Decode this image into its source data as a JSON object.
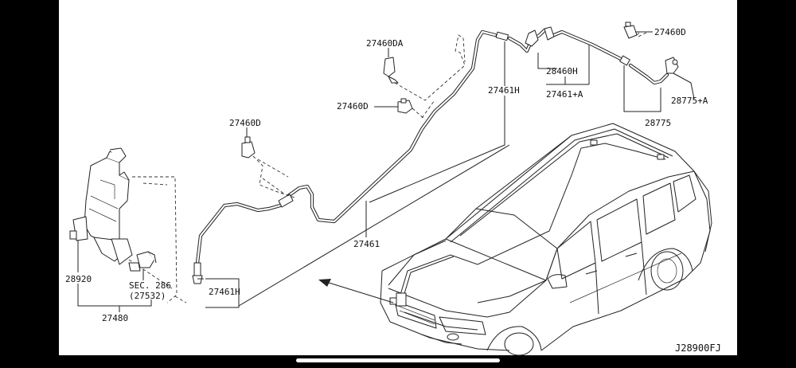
{
  "diagram": {
    "code": "J28900FJ",
    "labels": {
      "p27460da": "27460DA",
      "p27460d_top": "27460D",
      "p27460d_mid": "27460D",
      "p27460d_left": "27460D",
      "p27461h_top": "27461H",
      "p28460h": "28460H",
      "p27461a": "27461+A",
      "p28775a": "28775+A",
      "p28775": "28775",
      "p27461": "27461",
      "p27461h_bottom": "27461H",
      "p28920": "28920",
      "sec_line1": "SEC. 286",
      "sec_line2": "(27532)",
      "p27480": "27480"
    }
  }
}
